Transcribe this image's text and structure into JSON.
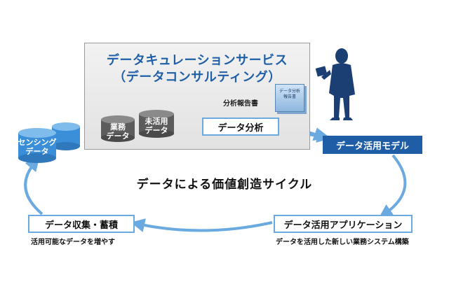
{
  "service": {
    "title_line1": "データキュレーションサービス",
    "title_line2": "（データコンサルティング）",
    "report_label": "分析報告書",
    "report_doc_text": "データ分析\n報告書"
  },
  "databases": {
    "business_line1": "業務",
    "business_line2": "データ",
    "unused_line1": "未活用",
    "unused_line2": "データ",
    "sensing_line1": "センシング",
    "sensing_line2": "データ"
  },
  "boxes": {
    "analysis": "データ分析",
    "model": "データ活用モデル",
    "application": "データ活用アプリケーション",
    "collection": "データ収集・蓄積"
  },
  "captions": {
    "application": "データを活用した新しい業務システム構築",
    "collection": "活用可能なデータを増やす"
  },
  "center_text": "データによる価値創造サイクル",
  "colors": {
    "cycle_arrow": "#6aaae0",
    "title_blue": "#1f5fa8",
    "model_box": "#1f5ea6",
    "cylinder_dark": "#5c5c5c",
    "cylinder_blue": "#3b8fd8",
    "person": "#1c3f73"
  }
}
